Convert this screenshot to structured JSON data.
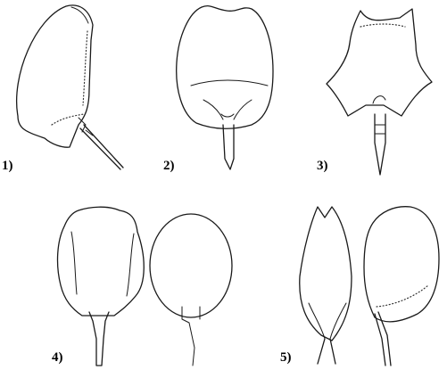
{
  "panels": [
    {
      "label": "1)"
    },
    {
      "label": "2)"
    },
    {
      "label": "3)"
    },
    {
      "label": "4)"
    },
    {
      "label": "5)"
    }
  ]
}
